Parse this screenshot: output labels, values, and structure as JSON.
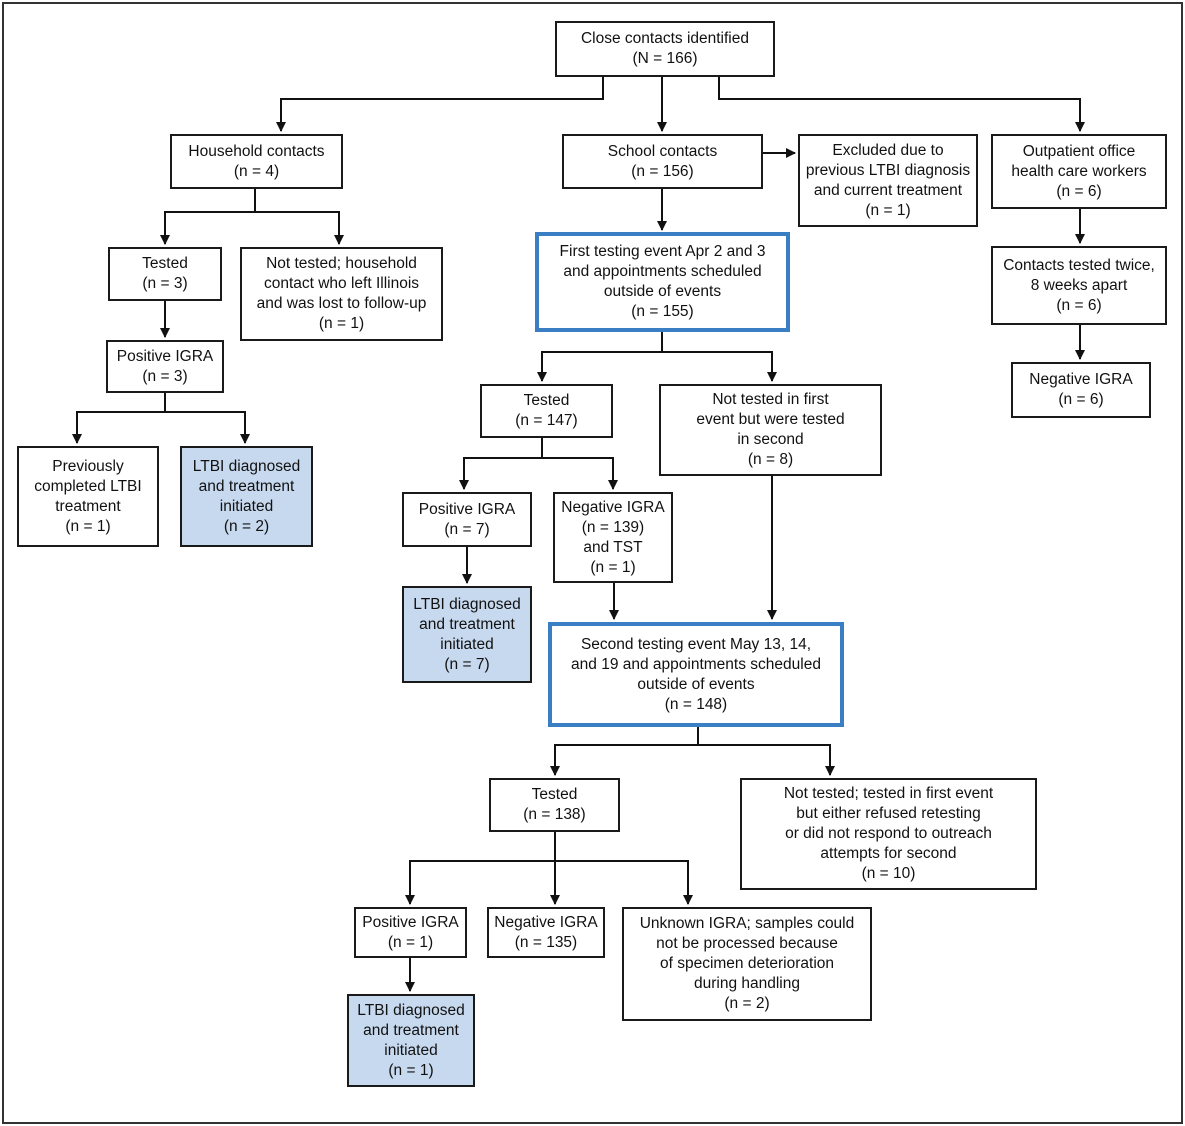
{
  "nodes": {
    "close": "Close contacts identified\n(N = 166)",
    "household": "Household contacts\n(n = 4)",
    "school": "School contacts\n(n = 156)",
    "excluded": "Excluded due to\nprevious LTBI diagnosis\nand current treatment\n(n = 1)",
    "outpatient": "Outpatient office\nhealth care workers\n(n = 6)",
    "hh_tested": "Tested\n(n = 3)",
    "hh_not_tested": "Not tested; household\ncontact who left Illinois\nand was lost to follow-up\n(n = 1)",
    "first_event": "First testing event Apr 2 and 3\nand appointments scheduled\noutside of events\n(n = 155)",
    "tested_twice": "Contacts tested twice,\n8 weeks apart\n(n = 6)",
    "hh_pos_igra": "Positive IGRA\n(n = 3)",
    "op_neg_igra": "Negative IGRA\n(n = 6)",
    "fe_tested": "Tested\n(n = 147)",
    "fe_not_tested": "Not tested in first\nevent but were tested\nin second\n(n = 8)",
    "hh_prev_treat": "Previously\ncompleted LTBI\ntreatment\n(n = 1)",
    "hh_ltbi": "LTBI diagnosed\nand treatment\ninitiated\n(n = 2)",
    "fe_pos_igra": "Positive IGRA\n(n = 7)",
    "fe_neg_igra": "Negative IGRA\n(n = 139)\nand TST\n(n = 1)",
    "fe_ltbi": "LTBI diagnosed\nand treatment\ninitiated\n(n = 7)",
    "second_event": "Second testing event May 13, 14,\nand 19 and appointments scheduled\noutside of events\n(n = 148)",
    "se_tested": "Tested\n(n = 138)",
    "se_not_tested": "Not tested; tested in first event\nbut either refused retesting\nor did not respond to outreach\nattempts for second\n(n = 10)",
    "se_pos_igra": "Positive IGRA\n(n = 1)",
    "se_neg_igra": "Negative IGRA\n(n = 135)",
    "se_unknown_igra": "Unknown IGRA; samples could\nnot be processed because\nof specimen deterioration\nduring handling\n(n = 2)",
    "se_ltbi": "LTBI diagnosed\nand treatment\ninitiated\n(n = 1)"
  },
  "colors": {
    "highlight_fill": "#c7d9ee",
    "event_border": "#3a7fc4",
    "line": "#111111"
  }
}
